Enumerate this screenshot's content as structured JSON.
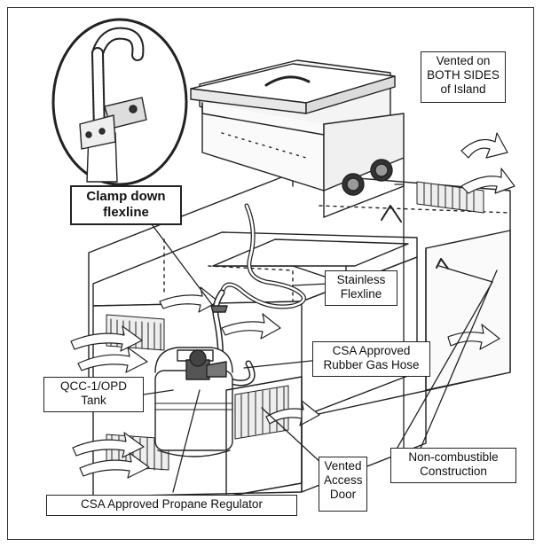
{
  "labels": {
    "vented_both_sides": "Vented on\nBOTH SIDES\nof Island",
    "clamp_down": "Clamp down\nflexline",
    "stainless_flexline": "Stainless\nFlexline",
    "csa_rubber_hose": "CSA Approved\nRubber Gas Hose",
    "qcc_tank": "QCC-1/OPD\nTank",
    "vented_access_door": "Vented\nAccess\nDoor",
    "non_combustible": "Non-combustible\nConstruction",
    "csa_regulator": "CSA Approved Propane Regulator"
  }
}
